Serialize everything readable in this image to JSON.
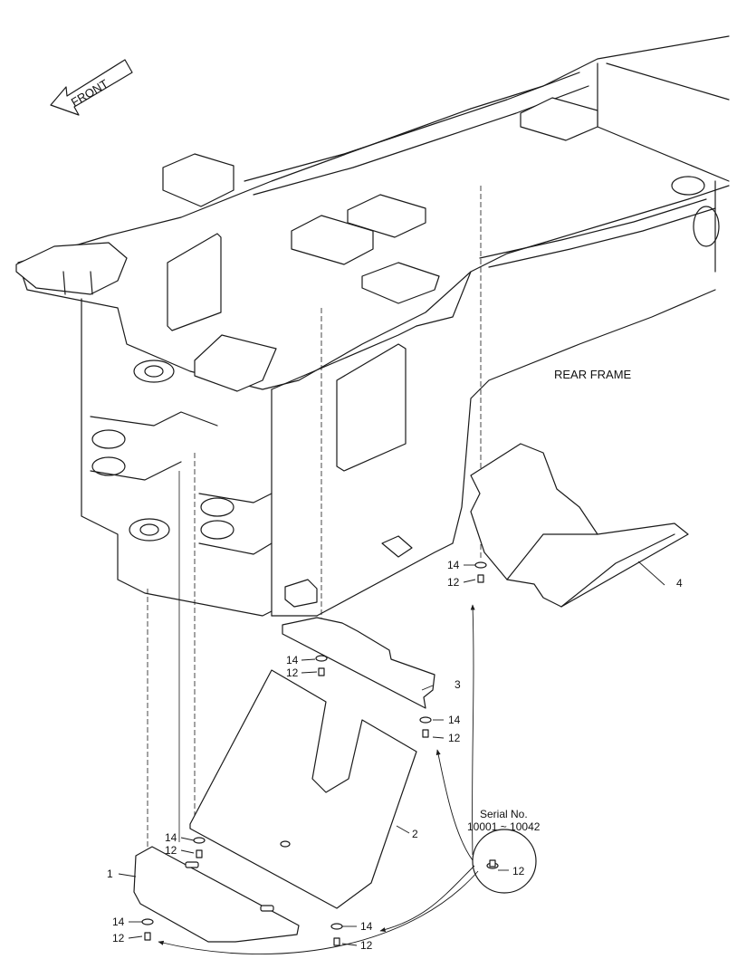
{
  "direction": {
    "label": "FRONT"
  },
  "assembly": {
    "label": "REAR FRAME"
  },
  "serial_note": {
    "line1": "Serial No.",
    "line2": "10001 ~ 10042",
    "part": "12"
  },
  "callouts": {
    "p1": "1",
    "p2": "2",
    "p3": "3",
    "p4": "4",
    "s4_washer": "14",
    "s4_bolt": "12",
    "s3a_washer": "14",
    "s3a_bolt": "12",
    "s3b_washer": "14",
    "s3b_bolt": "12",
    "s2_washer": "14",
    "s2_bolt": "12",
    "s1_washer": "14",
    "s1_bolt": "12",
    "s5_washer": "14",
    "s5_bolt": "12"
  }
}
